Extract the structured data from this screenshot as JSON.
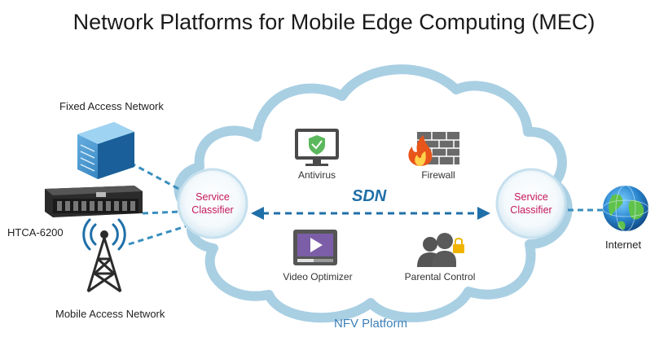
{
  "title": "Network Platforms for Mobile Edge Computing (MEC)",
  "left_side": {
    "fixed_access": "Fixed Access Network",
    "htca": "HTCA-6200",
    "mobile_access": "Mobile Access Network"
  },
  "cloud": {
    "sdn": "SDN",
    "platform": "NFV Platform",
    "functions": {
      "antivirus": "Antivirus",
      "firewall": "Firewall",
      "video_optimizer": "Video Optimizer",
      "parental_control": "Parental Control"
    },
    "classifier_left": {
      "line1": "Service",
      "line2": "Classifier"
    },
    "classifier_right": {
      "line1": "Service",
      "line2": "Classifier"
    }
  },
  "right_side": {
    "internet": "Internet"
  },
  "colors": {
    "cloud_border": "#a9cfe3",
    "accent_blue": "#1f6fa8",
    "dashed_line": "#3a8fbf",
    "classifier_text": "#c2185b",
    "icon_gray": "#5a5a5a",
    "fire": "#e8551a"
  },
  "icons": [
    "server-building-icon",
    "rack-server-icon",
    "cell-tower-icon",
    "antivirus-monitor-icon",
    "firewall-icon",
    "video-player-icon",
    "parental-control-icon",
    "globe-icon"
  ]
}
